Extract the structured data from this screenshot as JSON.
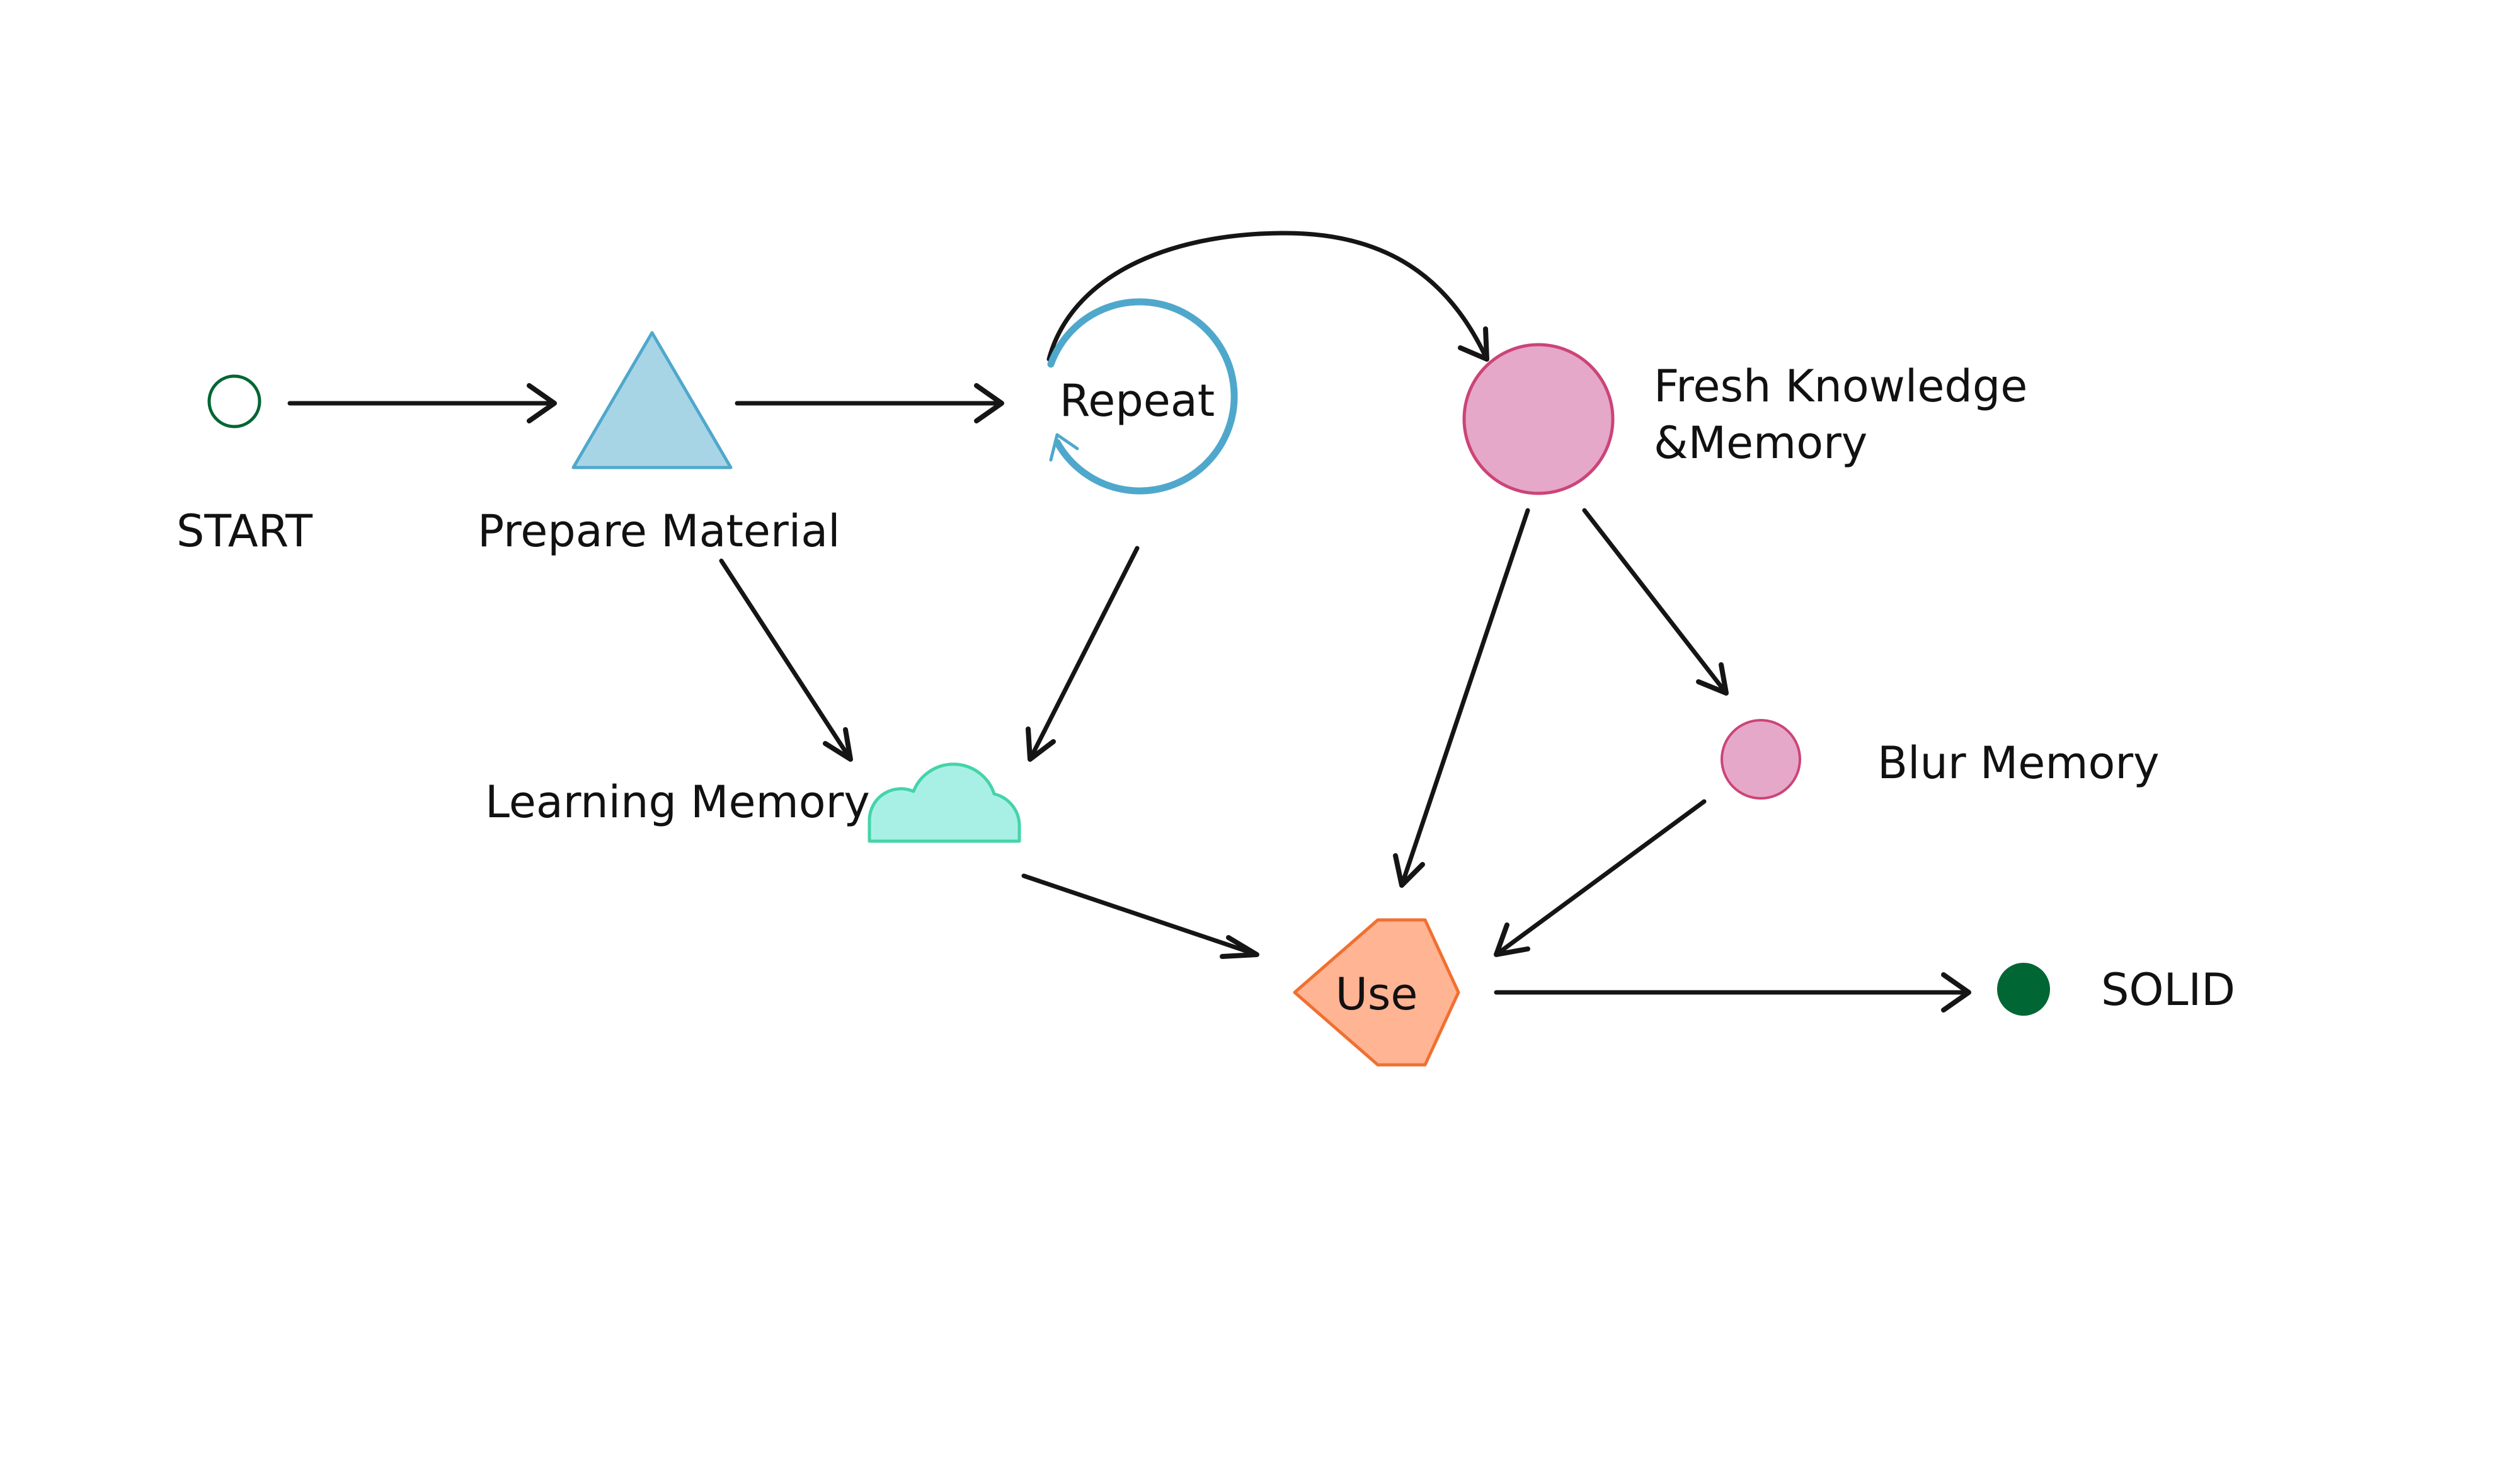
{
  "nodes": {
    "start": {
      "label": "START",
      "color": "#006633"
    },
    "prepare": {
      "label": "Prepare Material",
      "fill": "#a8d5e5",
      "stroke": "#4fa8cc"
    },
    "repeat": {
      "label": "Repeat",
      "stroke": "#4fa8cc"
    },
    "fresh": {
      "label_line1": "Fresh Knowledge",
      "label_line2": "&Memory",
      "fill": "#e6a8c8",
      "stroke": "#cc4477"
    },
    "learning": {
      "label": "Learning Memory",
      "fill": "#a8f0e6",
      "stroke": "#44d4a8"
    },
    "blur": {
      "label": "Blur Memory",
      "fill": "#e6a8c8",
      "stroke": "#cc4477"
    },
    "use": {
      "label": "Use",
      "fill": "#ffb494",
      "stroke": "#f07030"
    },
    "solid": {
      "label": "SOLID",
      "color": "#006633"
    }
  },
  "edges": [
    {
      "from": "start",
      "to": "prepare"
    },
    {
      "from": "prepare",
      "to": "repeat"
    },
    {
      "from": "repeat",
      "to": "fresh"
    },
    {
      "from": "prepare",
      "to": "learning"
    },
    {
      "from": "repeat",
      "to": "learning"
    },
    {
      "from": "fresh",
      "to": "use"
    },
    {
      "from": "fresh",
      "to": "blur"
    },
    {
      "from": "learning",
      "to": "use"
    },
    {
      "from": "blur",
      "to": "use"
    },
    {
      "from": "use",
      "to": "solid"
    }
  ]
}
